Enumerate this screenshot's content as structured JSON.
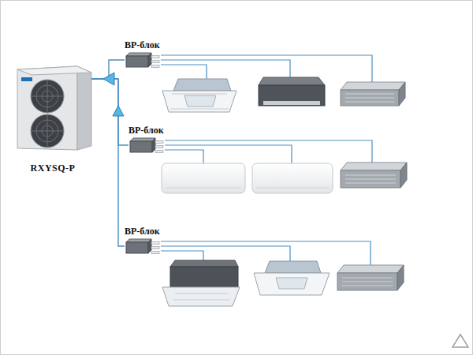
{
  "diagram": {
    "nodes": [
      {
        "text": [
          "RXYSQ-P"
        ]
      },
      {
        "text": [
          "BP-блок"
        ]
      },
      {
        "text": [
          "BP-блок"
        ]
      },
      {
        "text": [
          "BP-блок"
        ]
      }
    ],
    "edges": [
      {
        "from": 0,
        "to": 1,
        "arrow": "none"
      },
      {
        "from": 0,
        "to": 2,
        "arrow": "none"
      },
      {
        "from": 0,
        "to": 3,
        "arrow": "none"
      }
    ]
  }
}
